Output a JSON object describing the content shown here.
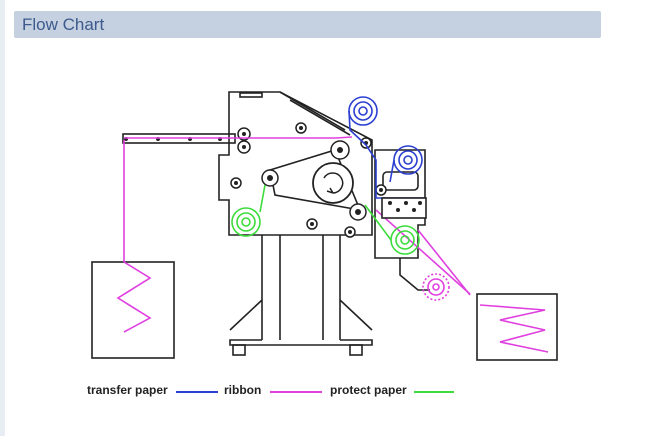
{
  "header": {
    "title": "Flow Chart"
  },
  "legend": {
    "items": [
      {
        "label": "transfer paper",
        "color": "#2b3fd1"
      },
      {
        "label": "ribbon",
        "color": "#e040e0"
      },
      {
        "label": "protect paper",
        "color": "#3cdc3c"
      }
    ]
  },
  "colors": {
    "frame": "#222222",
    "ribbon": "#e040e0",
    "transfer": "#2b3fd1",
    "protect": "#3cdc3c"
  }
}
